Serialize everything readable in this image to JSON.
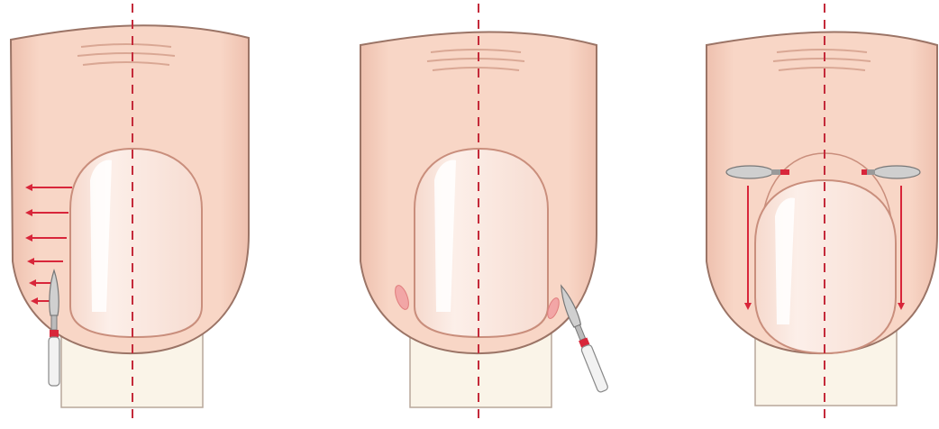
{
  "panels": [
    {
      "name": "lateral-technique",
      "tool": "vertical-left"
    },
    {
      "name": "corner-technique",
      "tool": "angled-right"
    },
    {
      "name": "top-down-technique",
      "tool": "horizontal-pair"
    }
  ],
  "colors": {
    "skin": "#f8d3c3",
    "skin_shadow": "#eab09d",
    "finger_edge": "#9b7466",
    "nail": "#fae6dd",
    "nail_highlight": "#ffffff",
    "cuticle_line": "#c98e7c",
    "free_edge": "#faf4e8",
    "guide_line": "#c42a3a",
    "arrow": "#d8263a",
    "tool_metal": "#c8c8c8",
    "tool_band": "#d8263a"
  },
  "icons": [
    "arrow-left-icon",
    "arrow-down-icon",
    "nail-drill-icon"
  ]
}
